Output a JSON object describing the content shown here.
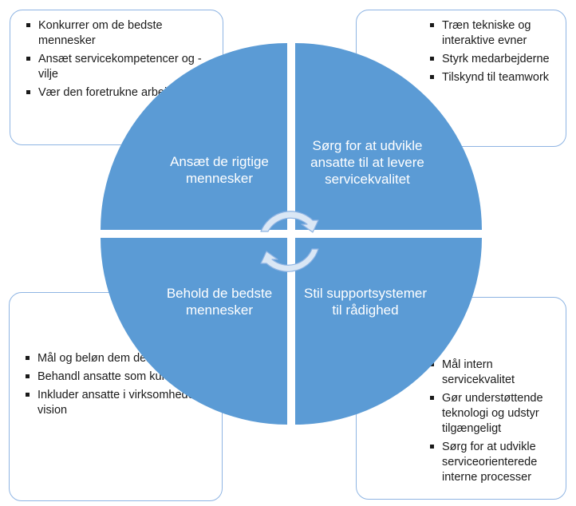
{
  "colors": {
    "quadrant_fill": "#5b9bd5",
    "box_border": "#8eb4e3",
    "arrow_fill": "#dae7f5",
    "arrow_stroke": "#8eb4e3"
  },
  "quadrants": {
    "top_left": "Ansæt de rigtige mennesker",
    "top_right": "Sørg for at udvikle ansatte til at levere servicekvalitet",
    "bottom_left": "Behold de bedste mennesker",
    "bottom_right": "Stil supportsystemer til rådighed"
  },
  "boxes": {
    "top_left": [
      "Konkurrer om de bedste mennesker",
      "Ansæt servicekompetencer og -vilje",
      "Vær den foretrukne arbejdsgiver"
    ],
    "top_right": [
      "Træn tekniske og interaktive evner",
      "Styrk medarbejderne",
      "Tilskynd til teamwork"
    ],
    "bottom_left": [
      "Mål og beløn dem der yder service",
      "Behandl ansatte som kunder",
      "Inkluder ansatte i virksomhedens vision"
    ],
    "bottom_right": [
      "Mål intern servicekvalitet",
      "Gør understøttende teknologi og udstyr tilgængeligt",
      "Sørg for at udvikle serviceorienterede interne processer"
    ]
  },
  "center_icon": "cycle-arrows-icon"
}
